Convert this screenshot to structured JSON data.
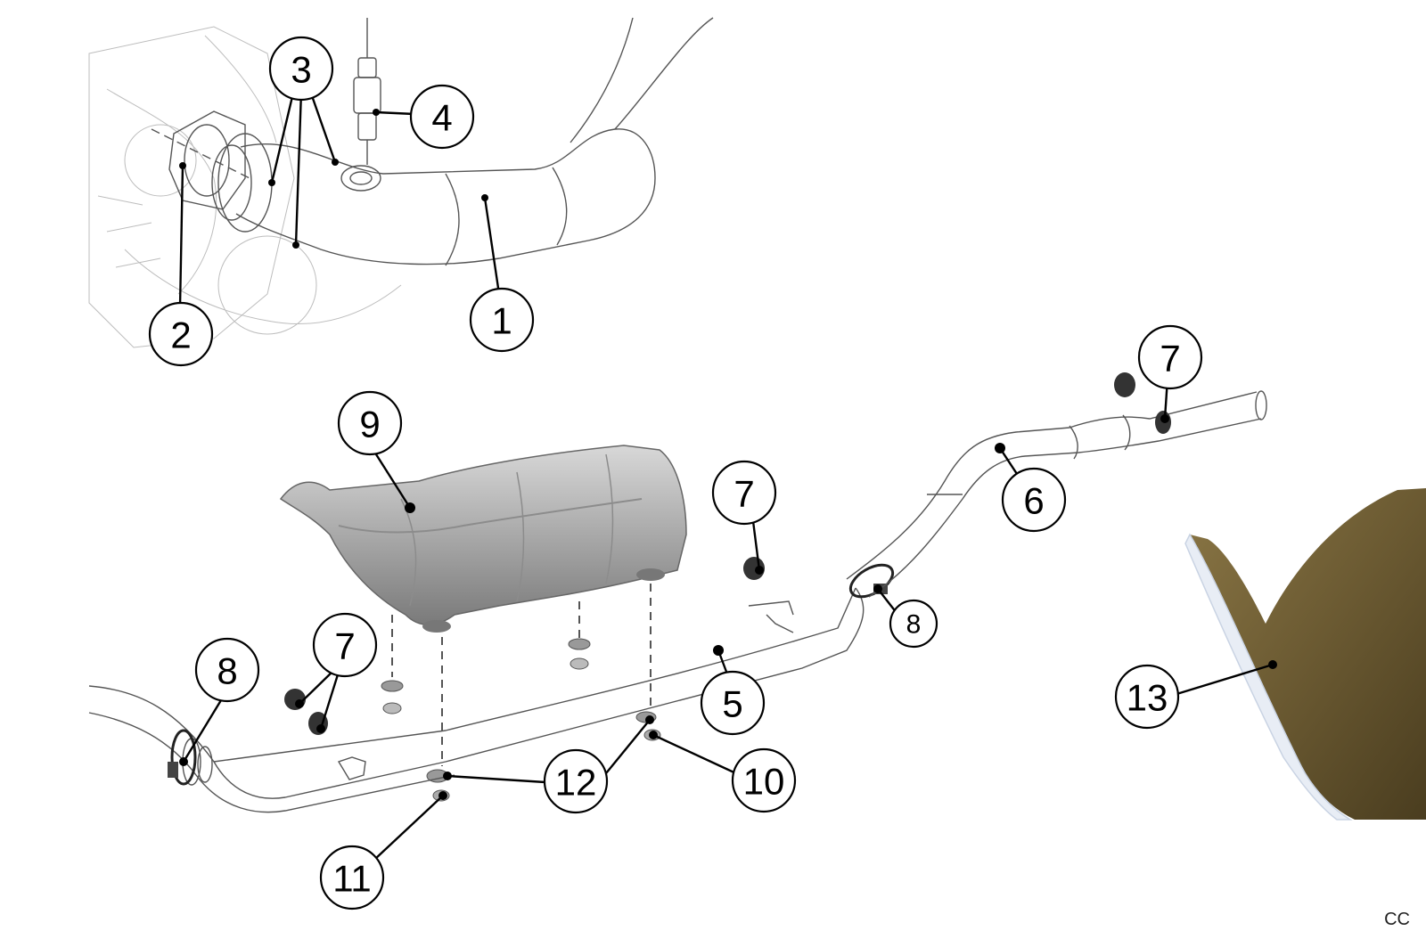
{
  "diagram": {
    "callouts": [
      {
        "label": "1"
      },
      {
        "label": "2"
      },
      {
        "label": "3"
      },
      {
        "label": "4"
      },
      {
        "label": "5"
      },
      {
        "label": "6"
      },
      {
        "label": "7"
      },
      {
        "label": "8"
      },
      {
        "label": "9"
      },
      {
        "label": "10"
      },
      {
        "label": "11"
      },
      {
        "label": "12"
      },
      {
        "label": "13"
      }
    ],
    "corner_code": "CC"
  },
  "colors": {
    "line": "#000000",
    "part_outline": "#555555",
    "heat_shield": "#a9a9a9",
    "insulation": "#6b5a32"
  }
}
